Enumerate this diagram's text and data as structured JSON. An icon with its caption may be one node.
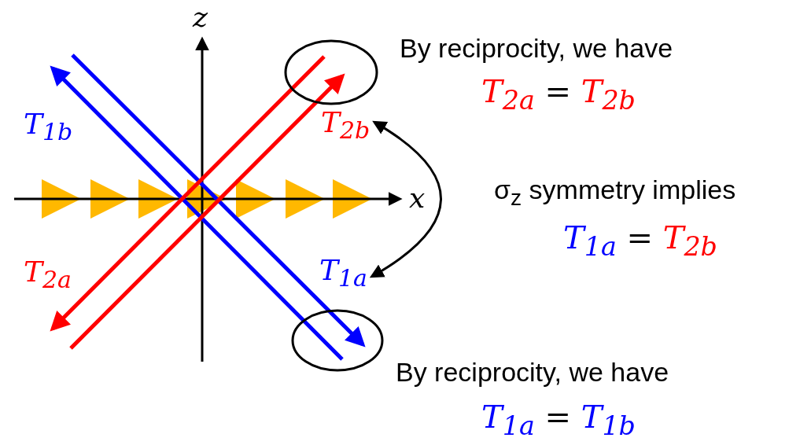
{
  "diagram": {
    "nodes": [
      {
        "text": [
          "T$_{1b}$"
        ]
      },
      {
        "text": [
          "T$_{2b}$"
        ]
      },
      {
        "text": [
          "T$_{2a}$"
        ]
      },
      {
        "text": [
          "T$_{1a}$"
        ]
      }
    ],
    "edges": [
      {
        "from": 1,
        "to": 3,
        "arrow": "both"
      }
    ],
    "labels": [
      "z",
      "By reciprocity, we have",
      "T$_{2a}$ = T$_{2b}$",
      "σ$_{z}$ symmetry implies",
      "x",
      "T$_{1a}$ = T$_{2b}$",
      "By reciprocity, we have",
      "T$_{1a}$ = T$_{1b}$"
    ]
  }
}
